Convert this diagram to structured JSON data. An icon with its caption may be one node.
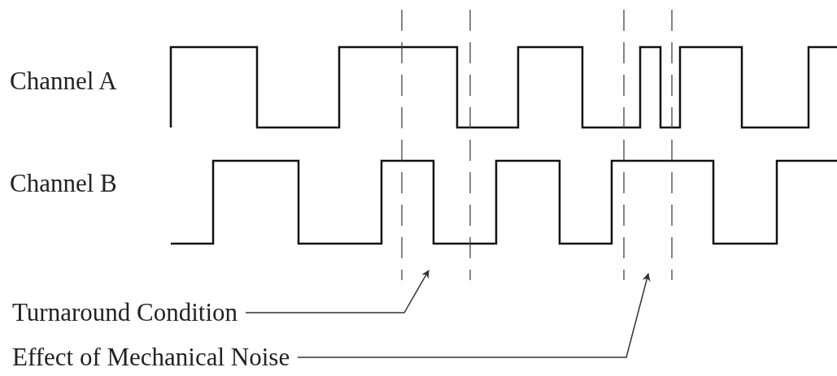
{
  "diagram": {
    "nodes": [
      {
        "text": [
          "Turnaround Condition"
        ]
      },
      {
        "text": [
          "Effect of Mechanical Noise"
        ]
      }
    ],
    "edges": [
      {
        "from": 0,
        "to": null,
        "arrow": "to"
      },
      {
        "from": 1,
        "to": null,
        "arrow": "to"
      }
    ],
    "labels": [
      "Channel A",
      "Channel B"
    ]
  }
}
